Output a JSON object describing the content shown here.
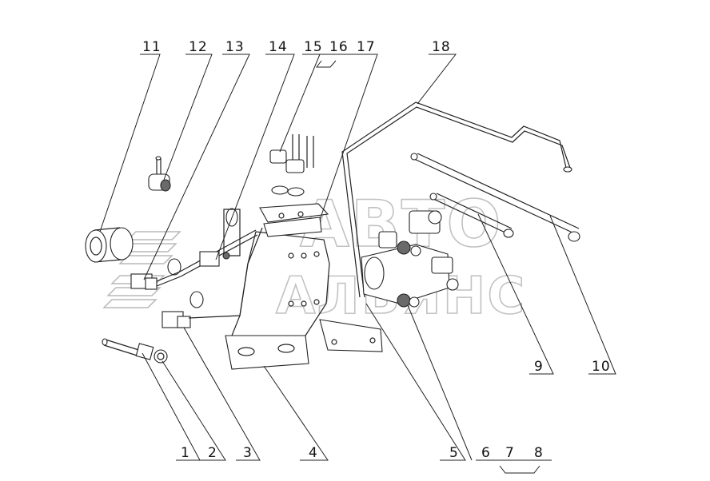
{
  "callouts": {
    "c1": "1",
    "c2": "2",
    "c3": "3",
    "c4": "4",
    "c5": "5",
    "c6": "6",
    "c7": "7",
    "c8": "8",
    "c9": "9",
    "c10": "10",
    "c11": "11",
    "c12": "12",
    "c13": "13",
    "c14": "14",
    "c15": "15",
    "c16": "16",
    "c17": "17",
    "c18": "18"
  },
  "watermark": {
    "line1": "АВТО",
    "line2": "АЛЬЯНС"
  },
  "colors": {
    "line": "#222222",
    "watermark_stroke": "#b8b8b8",
    "background": "#ffffff"
  }
}
